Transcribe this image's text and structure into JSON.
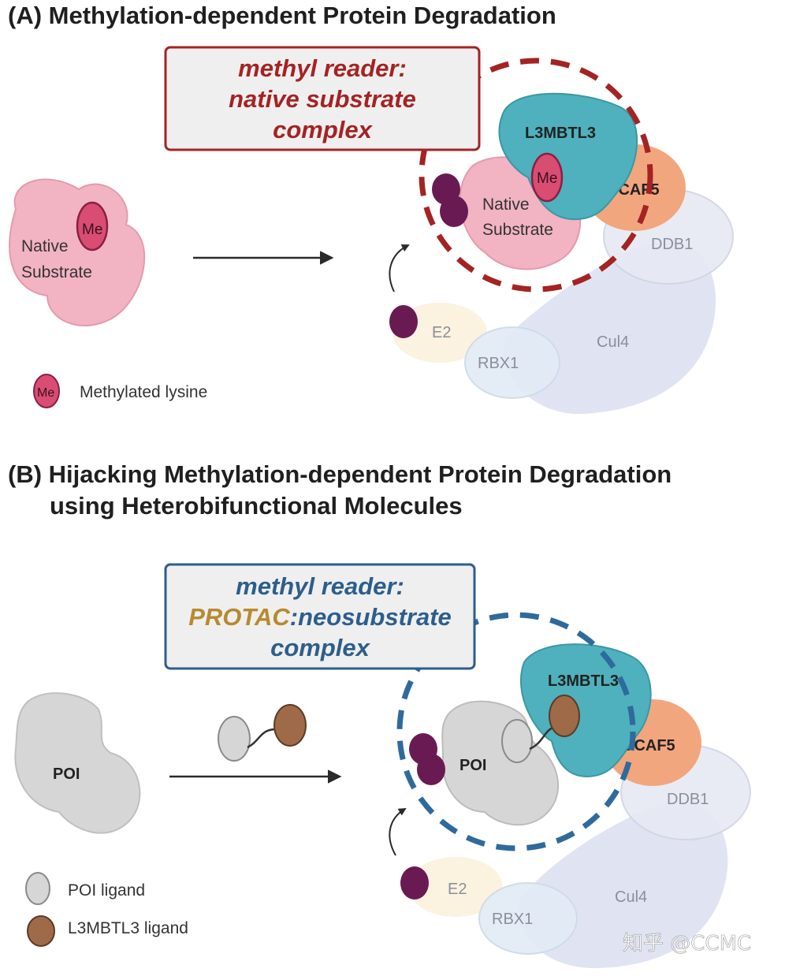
{
  "panel_a": {
    "title": "(A) Methylation-dependent Protein Degradation",
    "box_lines": [
      "methyl reader:",
      "native substrate",
      "complex"
    ],
    "substrate_label_1": "Native",
    "substrate_label_2": "Substrate",
    "me_label": "Me",
    "proteins": {
      "l3mbtl3": "L3MBTL3",
      "dcaf5": "DCAF5",
      "ddb1": "DDB1",
      "cul4": "Cul4",
      "e2": "E2",
      "rbx1": "RBX1"
    },
    "legend_methyl": "Methylated lysine"
  },
  "panel_b": {
    "title_line1": "(B) Hijacking Methylation-dependent Protein Degradation",
    "title_line2": "using Heterobifunctional Molecules",
    "box_line1": "methyl reader:",
    "box_line2_gold": "PROTAC",
    "box_line2_rest": ":neosubstrate",
    "box_line3": "complex",
    "poi_label": "POI",
    "proteins": {
      "l3mbtl3": "L3MBTL3",
      "dcaf5": "DCAF5",
      "ddb1": "DDB1",
      "cul4": "Cul4",
      "e2": "E2",
      "rbx1": "RBX1"
    },
    "legend_poi_ligand": "POI ligand",
    "legend_l3_ligand": "L3MBTL3 ligand"
  },
  "watermark": "知乎 @CCMC",
  "colors": {
    "red_accent": "#a42323",
    "blue_accent": "#2c5e8c",
    "gold_accent": "#b88a2e",
    "substrate_pink": "#f2b3c2",
    "methyl_pink": "#d94d72",
    "l3mbtl3_teal": "#4eb1bd",
    "dcaf5_orange": "#f2a67e",
    "ubiquitin_purple": "#6a1a52",
    "poi_grey": "#d6d6d6",
    "ligand_brown": "#9e6a48"
  }
}
